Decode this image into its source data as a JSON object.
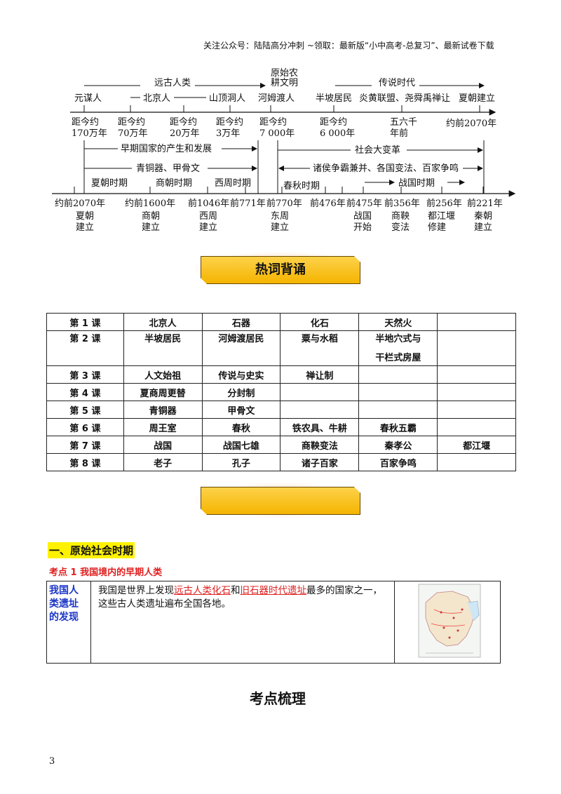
{
  "header": {
    "text": "关注公众号：陆陆高分冲刺  ~领取：最新版“小中高考-总复习”、最新试卷下载"
  },
  "timeline": {
    "top_labels": [
      "远古人类",
      "原始农",
      "耕文明",
      "传说时代"
    ],
    "upper_events": [
      "元谋人",
      "北京人",
      "山顶洞人",
      "河姆渡人",
      "半坡居民",
      "炎黄联盟、尧舜禹禅让",
      "夏朝建立"
    ],
    "upper_dates": [
      "距今约",
      "170万年",
      "距今约",
      "70万年",
      "距今约",
      "20万年",
      "距今约",
      "3万年",
      "距今约",
      "7 000年",
      "距今约",
      "6 000年",
      "五六千",
      "年前",
      "约前2070年"
    ],
    "middle_labels": [
      "早期国家的产生和发展",
      "青铜器、甲骨文",
      "社会大变革",
      "诸侯争霸兼并、各国变法、百家争鸣"
    ],
    "period_labels": [
      "夏朝时期",
      "商朝时期",
      "西周时期",
      "春秋时期",
      "战国时期"
    ],
    "lower_dates": [
      "约前2070年",
      "约前1600年",
      "前1046年",
      "前771年",
      "前770年",
      "前476年",
      "前475年",
      "前356年",
      "前256年",
      "前221年"
    ],
    "lower_events": [
      "夏朝",
      "建立",
      "商朝",
      "建立",
      "西周",
      "建立",
      "东周",
      "建立",
      "战国",
      "开始",
      "商鞅",
      "变法",
      "都江堰",
      "修建",
      "秦朝",
      "建立"
    ]
  },
  "banner1": {
    "title": "热词背诵"
  },
  "banner2": {
    "title": ""
  },
  "words_table": {
    "rows": [
      {
        "lesson": "第 1 课",
        "cells": [
          "北京人",
          "石器",
          "化石",
          "天然火",
          ""
        ]
      },
      {
        "lesson": "第 2 课",
        "cells": [
          "半坡居民",
          "河姆渡居民",
          "粟与水稻",
          "半地穴式与",
          ""
        ],
        "extra": "干栏式房屋"
      },
      {
        "lesson": "第 3 课",
        "cells": [
          "人文始祖",
          "传说与史实",
          "禅让制",
          "",
          ""
        ]
      },
      {
        "lesson": "第 4 课",
        "cells": [
          "夏商周更替",
          "分封制",
          "",
          "",
          ""
        ]
      },
      {
        "lesson": "第 5 课",
        "cells": [
          "青铜器",
          "甲骨文",
          "",
          "",
          ""
        ]
      },
      {
        "lesson": "第 6 课",
        "cells": [
          "周王室",
          "春秋",
          "铁农具、牛耕",
          "春秋五霸",
          ""
        ]
      },
      {
        "lesson": "第 7 课",
        "cells": [
          "战国",
          "战国七雄",
          "商鞅变法",
          "秦孝公",
          "都江堰"
        ]
      },
      {
        "lesson": "第 8 课",
        "cells": [
          "老子",
          "孔子",
          "诸子百家",
          "百家争鸣",
          ""
        ]
      }
    ]
  },
  "section": {
    "heading": "一、原始社会时期",
    "kaodian": "考点 1    我国境内的早期人类"
  },
  "kp_table": {
    "label_lines": [
      "我国人",
      "类遗址",
      "的发现"
    ],
    "text_a": "我国是世界上发现",
    "text_red1": "远古人类化石",
    "text_b": "和",
    "text_red2": "旧石器时代遗址",
    "text_c": "最多的国家之一，这些古人类遗址遍布全国各地。"
  },
  "kp_title2": "考点梳理",
  "page_number": "3",
  "colors": {
    "banner": "#f5b400",
    "highlight": "#fff200",
    "red": "#e02020",
    "blue": "#1a35c8"
  }
}
